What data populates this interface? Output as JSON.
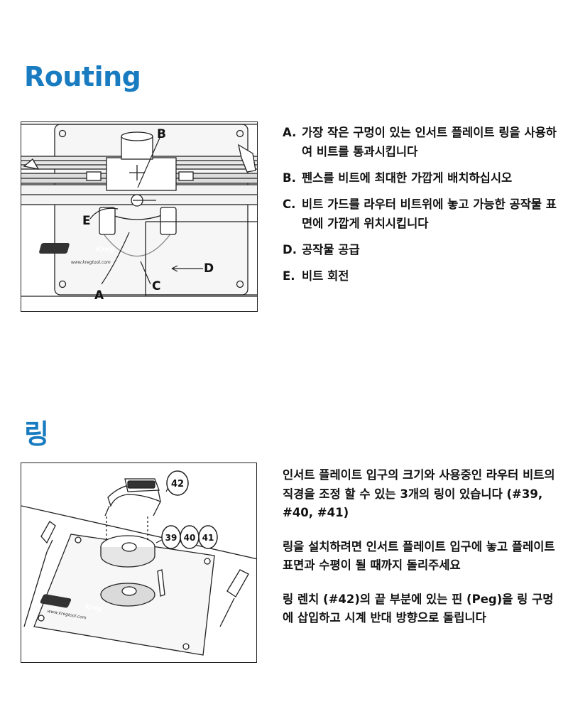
{
  "sections": {
    "routing": {
      "title": "Routing",
      "figure_labels": {
        "a": "A",
        "b": "B",
        "c": "C",
        "d": "D",
        "e": "E"
      },
      "logo_text": "Kreg",
      "url_text": "www.kregtool.com",
      "steps": [
        {
          "letter": "A.",
          "text": "가장 작은 구멍이 있는 인서트 플레이트 링을 사용하여 비트를 통과시킵니다"
        },
        {
          "letter": "B.",
          "text": "펜스를 비트에 최대한 가깝게 배치하십시오"
        },
        {
          "letter": "C.",
          "text": "비트 가드를 라우터 비트위에 놓고 가능한 공작물 표면에 가깝게 위치시킵니다"
        },
        {
          "letter": "D.",
          "text": "공작물 공급"
        },
        {
          "letter": "E.",
          "text": "비트 회전"
        }
      ]
    },
    "ring": {
      "title": "링",
      "callouts": {
        "wrench": "42",
        "ring1": "39",
        "ring2": "40",
        "ring3": "41"
      },
      "logo_text": "Kreg",
      "url_text": "www.kregtool.com",
      "paragraphs": [
        "인서트 플레이트 입구의 크기와 사용중인 라우터 비트의 직경을 조정 할 수 있는 3개의 링이 있습니다 (#39, #40, #41)",
        "링을 설치하려면 인서트 플레이트 입구에 놓고 플레이트 표면과 수평이 될 때까지 돌리주세요",
        "링 렌치 (#42)의 끝 부분에 있는 핀 (Peg)을 링 구멍에 삽입하고 시계 반대 방향으로 돌립니다"
      ]
    }
  },
  "colors": {
    "accent": "#1a7cc0",
    "text": "#111111",
    "line": "#222222"
  }
}
